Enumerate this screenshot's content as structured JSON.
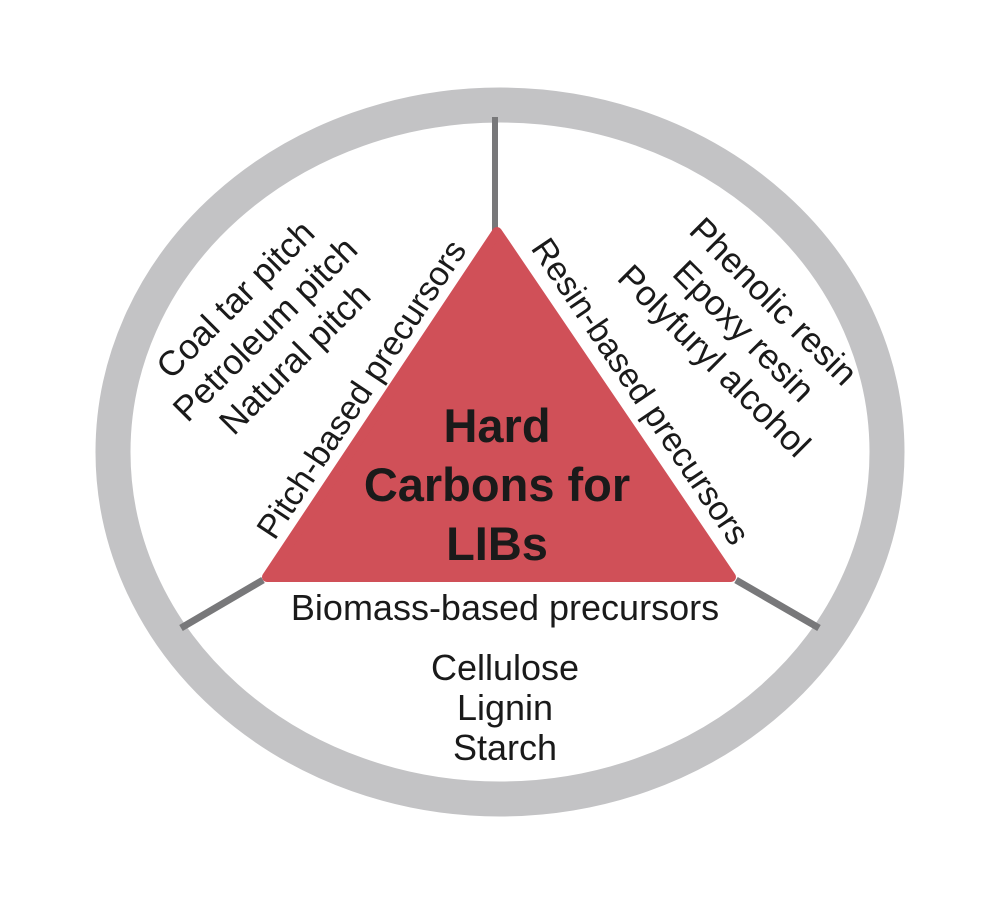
{
  "figure": {
    "name": "Hard carbon precursors diagram",
    "title_lines": [
      "Hard",
      "Carbons for",
      "LIBs"
    ]
  },
  "sections": {
    "pitch": {
      "label": "Pitch-based precursors",
      "items": [
        "Coal tar pitch",
        "Petroleum pitch",
        "Natural pitch"
      ]
    },
    "resin": {
      "label": "Resin-based precursors",
      "items": [
        "Phenolic resin",
        "Epoxy resin",
        "Polyfuryl alcohol"
      ]
    },
    "biomass": {
      "label": "Biomass-based precursors",
      "items": [
        "Cellulose",
        "Lignin",
        "Starch"
      ]
    }
  },
  "colors": {
    "triangle": "#d05058",
    "ring": "#c3c3c5",
    "inner_background": "#ffffff",
    "divider": "#78787a",
    "text": "#1a1a1a",
    "background": "#ffffff"
  }
}
